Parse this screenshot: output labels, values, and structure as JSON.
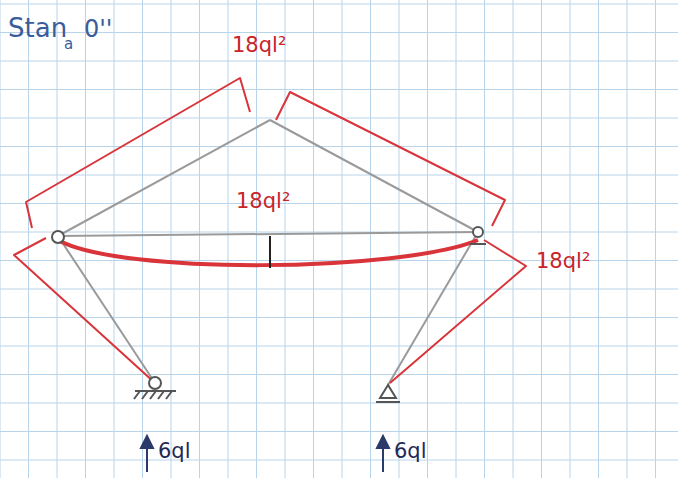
{
  "diagram": {
    "labels": [
      "Stan",
      "a",
      "0''",
      "18ql²",
      "18ql²",
      "18ql²",
      "6ql",
      "6ql"
    ]
  }
}
